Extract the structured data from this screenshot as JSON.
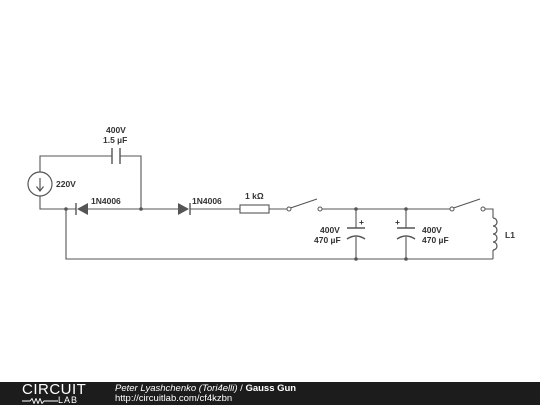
{
  "schematic": {
    "source_voltage": "220V",
    "cap_small_voltage": "400V",
    "cap_small_value": "1.5 µF",
    "diode1": "1N4006",
    "diode2": "1N4006",
    "resistor": "1 kΩ",
    "cap1_voltage": "400V",
    "cap1_value": "470 µF",
    "cap2_voltage": "400V",
    "cap2_value": "470 µF",
    "inductor": "L1",
    "plus": "+"
  },
  "footer": {
    "logo_top": "CIRCUIT",
    "logo_bottom": "LAB",
    "author": "Peter Lyashchenko (Tori4elli)",
    "separator": " / ",
    "title": "Gauss Gun",
    "url": "http://circuitlab.com/cf4kzbn"
  }
}
